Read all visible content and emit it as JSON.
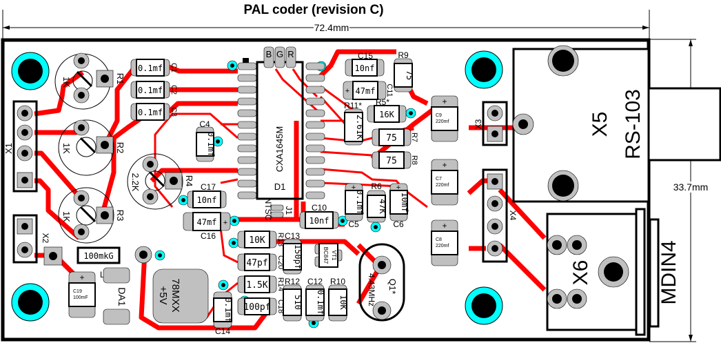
{
  "title": "PAL coder (revision C)",
  "dimensions": {
    "width": "72.4mm",
    "height": "33.7mm"
  },
  "colors": {
    "trace": "#ff0000",
    "pad": "#c0c0c0",
    "mount_ring": "#00ffff",
    "outline": "#000000",
    "background": "#ffffff"
  },
  "ic": {
    "ref": "D1",
    "part": "CXA1645M",
    "rgb_pins": [
      "B",
      "G",
      "R"
    ]
  },
  "jumper": {
    "ref": "J1",
    "label": "NTSC"
  },
  "regulator": {
    "ref": "DA1",
    "part": "78MXX",
    "voltage": "+5V"
  },
  "crystal": {
    "ref": "Q1*",
    "freq": "4.43MHz"
  },
  "transistor": {
    "ref": "VT1",
    "part": "BC847"
  },
  "inductor": {
    "ref": "L1",
    "value": "100mkG"
  },
  "trimmers": [
    {
      "ref": "R1",
      "value": "1K"
    },
    {
      "ref": "R2",
      "value": "1K"
    },
    {
      "ref": "R3",
      "value": "1K"
    },
    {
      "ref": "R4",
      "value": "2.2K"
    }
  ],
  "connectors": [
    {
      "ref": "X1",
      "pins": 4
    },
    {
      "ref": "X2",
      "pins": 2,
      "pin1": "1"
    },
    {
      "ref": "X3",
      "pins": 2,
      "pin1": "1"
    },
    {
      "ref": "X4",
      "pins": 4
    },
    {
      "ref": "X5",
      "part": "RS-103"
    },
    {
      "ref": "X6",
      "part": "MDIN4"
    }
  ],
  "smd": {
    "C1": {
      "ref": "C1",
      "value": "0.1mf"
    },
    "C2": {
      "ref": "C2",
      "value": "0.1mf"
    },
    "C3": {
      "ref": "C3",
      "value": "0.1mf"
    },
    "C4": {
      "ref": "C4",
      "value": "0.1mf"
    },
    "C5": {
      "ref": "C5",
      "value": "0.1mf"
    },
    "C6": {
      "ref": "C6",
      "value": "10mf"
    },
    "C7": {
      "ref": "C7",
      "value": "220mf"
    },
    "C8": {
      "ref": "C8",
      "value": "220mf"
    },
    "C9": {
      "ref": "C9",
      "value": "220mf"
    },
    "C10": {
      "ref": "C10",
      "value": "10nf"
    },
    "C11": {
      "ref": "C11",
      "value": "47mf"
    },
    "C12": {
      "ref": "C12",
      "value": "0.1mf"
    },
    "C13": {
      "ref": "C13",
      "value": "150pf"
    },
    "C14": {
      "ref": "C14",
      "value": "0.1mf"
    },
    "C15": {
      "ref": "C15",
      "value": "10nf"
    },
    "C16": {
      "ref": "C16",
      "value": "47mf"
    },
    "C17": {
      "ref": "C17",
      "value": "10nf"
    },
    "C18": {
      "ref": "C18",
      "value": "100pf"
    },
    "C19": {
      "ref": "C19",
      "value": "100mF"
    },
    "C20": {
      "ref": "C20",
      "value": "47pf"
    },
    "R5": {
      "ref": "R5*",
      "value": "16K"
    },
    "R6": {
      "ref": "R6",
      "value": "47K"
    },
    "R7": {
      "ref": "R7",
      "value": "75"
    },
    "R8": {
      "ref": "R8",
      "value": "75"
    },
    "R9": {
      "ref": "R9",
      "value": "75"
    },
    "R10": {
      "ref": "R10",
      "value": "10K"
    },
    "R11": {
      "ref": "R11*",
      "value": "2.61K"
    },
    "R12": {
      "ref": "R12",
      "value": "510"
    },
    "R13": {
      "ref": "R13",
      "value": "10K"
    },
    "R14": {
      "ref": "R14",
      "value": "1.5K"
    }
  }
}
